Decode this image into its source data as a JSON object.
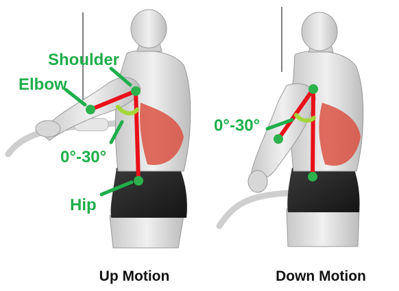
{
  "panels": {
    "left": {
      "caption": "Up Motion",
      "labels": {
        "shoulder": "Shoulder",
        "elbow": "Elbow",
        "angle": "0°-30°",
        "hip": "Hip"
      }
    },
    "right": {
      "caption": "Down Motion",
      "labels": {
        "angle": "0°-30°"
      }
    }
  },
  "colors": {
    "label_green": "#1fae4b",
    "joint_green": "#2bb24c",
    "limb_red": "#e8101a",
    "arc_lime": "#a5d63a",
    "skin": "#d9d9d9",
    "muscle_red": "#d94a3a",
    "shorts": "#2b2b2b"
  }
}
